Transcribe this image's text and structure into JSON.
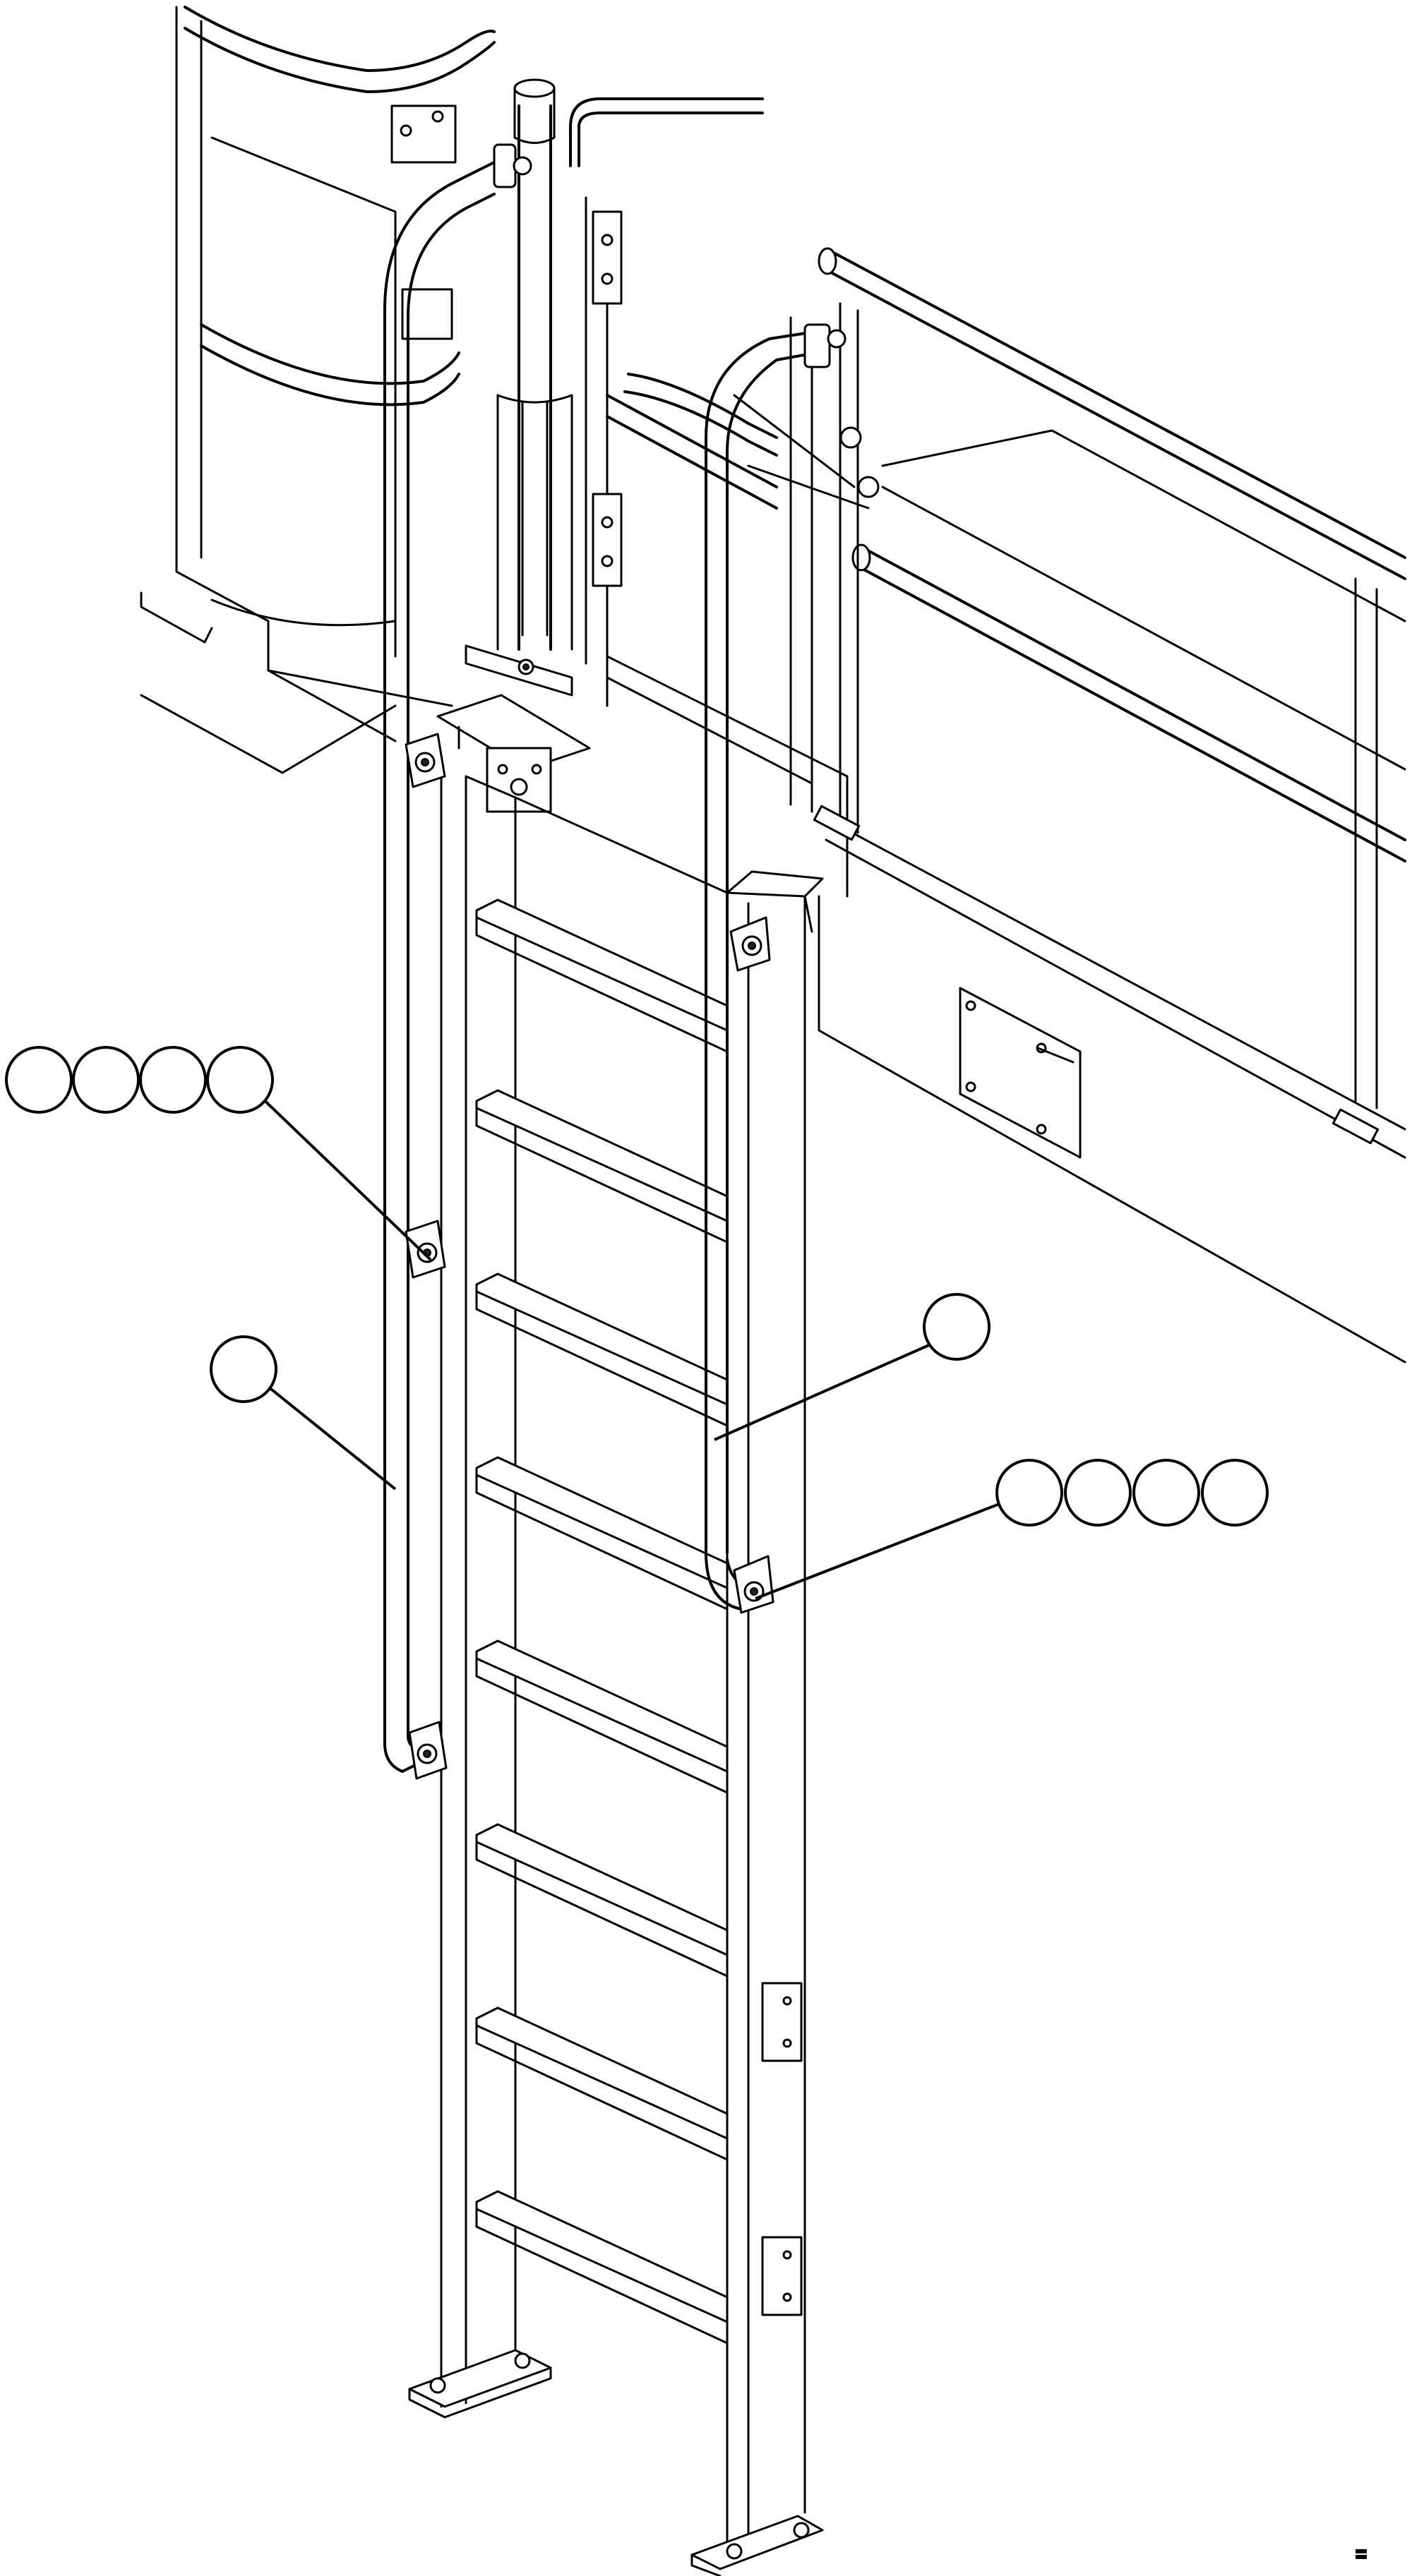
{
  "figure": {
    "callouts": [
      {
        "id": "callout-group-upper-left",
        "bubbles": [
          "",
          "",
          "",
          ""
        ]
      },
      {
        "id": "callout-left-handrail",
        "bubbles": [
          ""
        ]
      },
      {
        "id": "callout-right-handrail",
        "bubbles": [
          ""
        ]
      },
      {
        "id": "callout-group-lower-right",
        "bubbles": [
          "",
          "",
          "",
          ""
        ]
      }
    ]
  }
}
